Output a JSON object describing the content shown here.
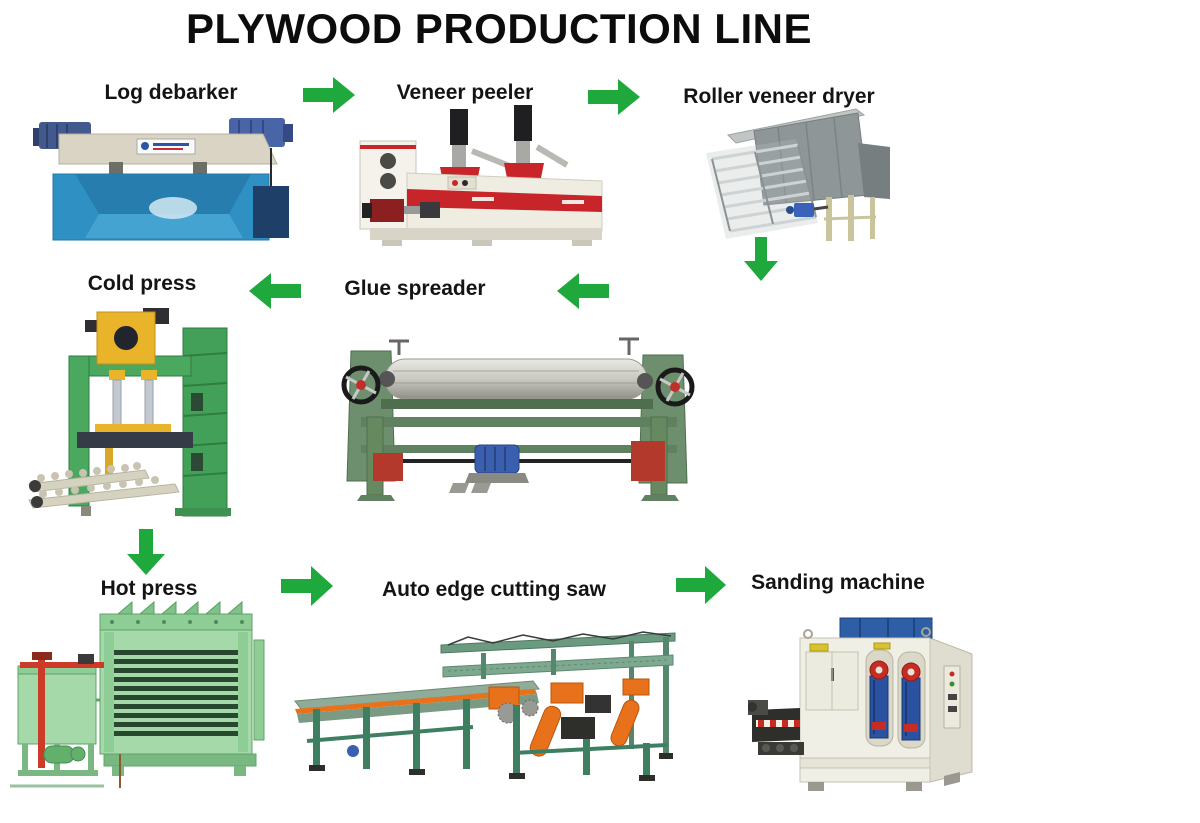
{
  "title": "PLYWOOD PRODUCTION LINE",
  "colors": {
    "background": "#ffffff",
    "arrow_green": "#1fa83c",
    "title_text": "#0c0c0c",
    "label_text": "#141414"
  },
  "stations": [
    {
      "id": "log-debarker",
      "label": "Log debarker",
      "step": 1,
      "main_color": "#2f90c4"
    },
    {
      "id": "veneer-peeler",
      "label": "Veneer peeler",
      "step": 2,
      "main_color": "#efede2"
    },
    {
      "id": "roller-veneer-dryer",
      "label": "Roller veneer dryer",
      "step": 3,
      "main_color": "#8f9698"
    },
    {
      "id": "glue-spreader",
      "label": "Glue spreader",
      "step": 4,
      "main_color": "#6d8f6d"
    },
    {
      "id": "cold-press",
      "label": "Cold press",
      "step": 5,
      "main_color": "#4ba85f"
    },
    {
      "id": "hot-press",
      "label": "Hot press",
      "step": 6,
      "main_color": "#a6d9aa"
    },
    {
      "id": "auto-edge-cutting-saw",
      "label": "Auto edge cutting saw",
      "step": 7,
      "main_color": "#3e7f62"
    },
    {
      "id": "sanding-machine",
      "label": "Sanding machine",
      "step": 8,
      "main_color": "#f0efe5"
    }
  ],
  "flow_arrows": [
    {
      "from": "log-debarker",
      "to": "veneer-peeler",
      "direction": "right",
      "segment": 1
    },
    {
      "from": "veneer-peeler",
      "to": "roller-veneer-dryer",
      "direction": "right",
      "segment": 1
    },
    {
      "from": "roller-veneer-dryer",
      "to": "glue-spreader",
      "direction": "down",
      "segment": 1
    },
    {
      "from": "roller-veneer-dryer",
      "to": "glue-spreader",
      "direction": "left",
      "segment": 2
    },
    {
      "from": "glue-spreader",
      "to": "cold-press",
      "direction": "left",
      "segment": 1
    },
    {
      "from": "cold-press",
      "to": "hot-press",
      "direction": "down",
      "segment": 1
    },
    {
      "from": "hot-press",
      "to": "auto-edge-cutting-saw",
      "direction": "right",
      "segment": 1
    },
    {
      "from": "auto-edge-cutting-saw",
      "to": "sanding-machine",
      "direction": "right",
      "segment": 1
    }
  ]
}
